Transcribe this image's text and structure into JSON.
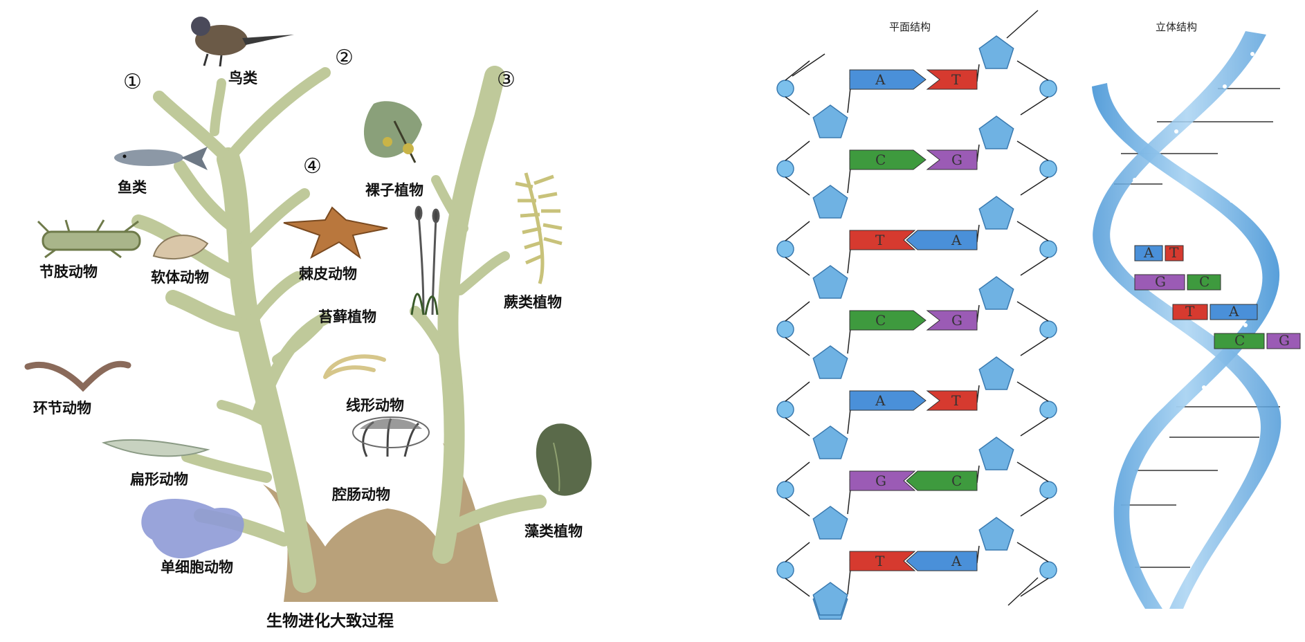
{
  "tree": {
    "caption": "生物进化大致过程",
    "branch_numbers": [
      "①",
      "②",
      "③",
      "④"
    ],
    "labels": {
      "birds": "鸟类",
      "fish": "鱼类",
      "arthropods": "节肢动物",
      "mollusks": "软体动物",
      "echinoderms": "棘皮动物",
      "gymnosperms": "裸子植物",
      "ferns": "蕨类植物",
      "mosses": "苔藓植物",
      "annelids": "环节动物",
      "nematodes": "线形动物",
      "flatworms": "扁形动物",
      "coelenterates": "腔肠动物",
      "algae": "藻类植物",
      "protozoa": "单细胞动物"
    }
  },
  "dna": {
    "plane_title": "平面结构",
    "helix_title": "立体结构",
    "colors": {
      "A": "#4a90d9",
      "T": "#d63a2f",
      "C": "#3e9a3e",
      "G": "#9b5bb5",
      "sugar": "#6fb2e3",
      "phosphate": "#7cc0ec"
    },
    "plane_pairs": [
      [
        "A",
        "T"
      ],
      [
        "C",
        "G"
      ],
      [
        "T",
        "A"
      ],
      [
        "C",
        "G"
      ],
      [
        "A",
        "T"
      ],
      [
        "G",
        "C"
      ],
      [
        "T",
        "A"
      ]
    ],
    "helix_pairs": [
      [
        "A",
        "T"
      ],
      [
        "G",
        "C"
      ],
      [
        "T",
        "A"
      ],
      [
        "C",
        "G"
      ]
    ]
  }
}
